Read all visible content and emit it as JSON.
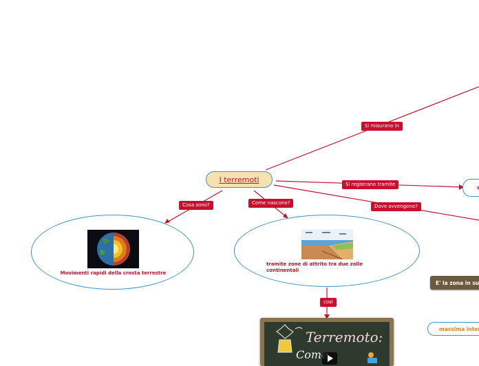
{
  "root": {
    "label": "I terremoti"
  },
  "edges": {
    "misurano": "Si misurano in",
    "registrano": "Si registrano tramite",
    "avvengono": "Dove avvengono?",
    "cosa": "Cosa sono?",
    "come": "Come nascono?",
    "cosi": "così"
  },
  "nodes": {
    "cosa_sono": {
      "caption": "Movimenti rapidi della crosta terrestre",
      "image": "earth-layers-image"
    },
    "come_nascono": {
      "caption": "tramite zone di attrito tra due zolle continentali",
      "image": "tectonic-plates-image"
    },
    "zona": {
      "label": "E' la zona in sup"
    },
    "massima": {
      "label": "massima intens"
    },
    "registrano_partial": {
      "label": "s"
    },
    "video": {
      "title": "Terremoto:",
      "subtitle": "Come",
      "icon": "play-icon"
    }
  },
  "colors": {
    "accent": "#c8102e",
    "border": "#3c93c7",
    "root_fill": "#f6e2b1"
  }
}
